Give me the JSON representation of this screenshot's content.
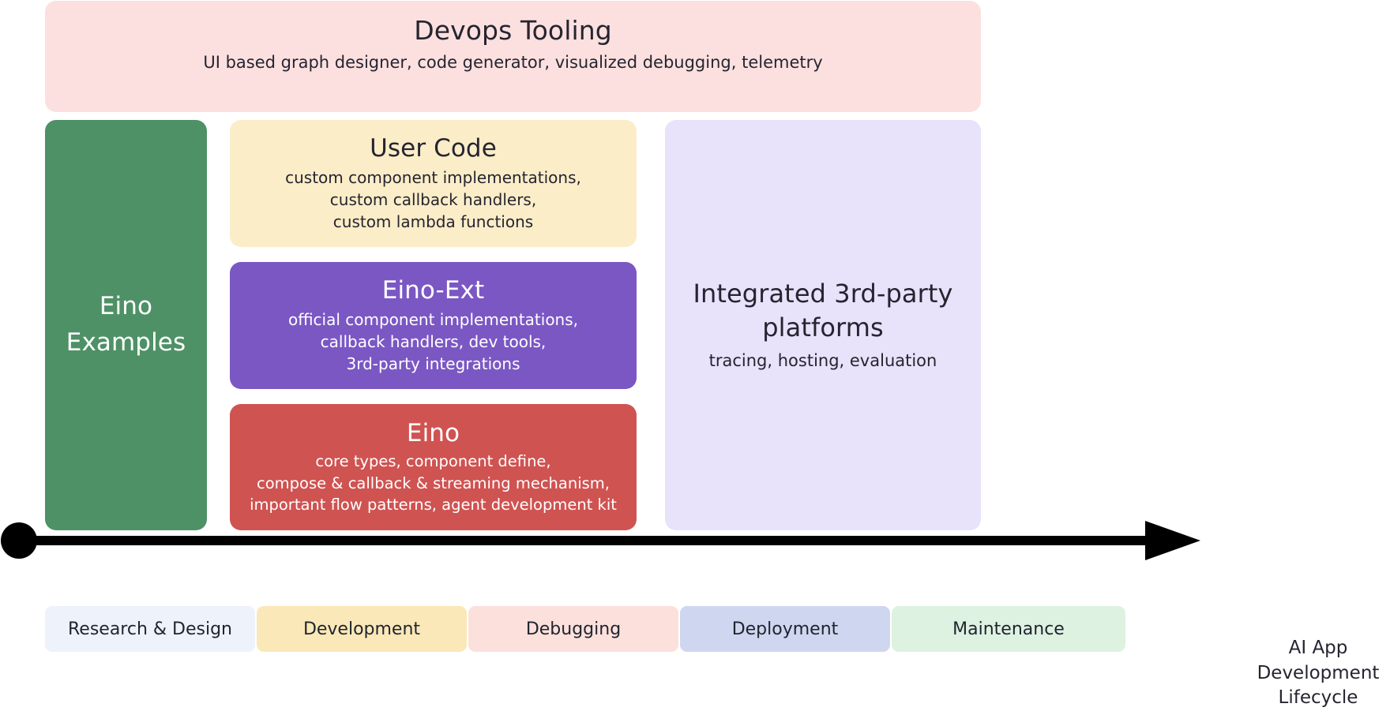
{
  "diagram": {
    "banner": {
      "title": "Devops Tooling",
      "subtitle": "UI based graph designer, code generator, visualized debugging, telemetry",
      "color": "#FBE0DF"
    },
    "left_column": {
      "title_line1": "Eino",
      "title_line2": "Examples",
      "color": "#4E9166"
    },
    "middle_column": [
      {
        "id": "user-code",
        "title": "User Code",
        "lines": [
          "custom component implementations,",
          "custom callback handlers,",
          "custom lambda functions"
        ],
        "color": "#FAEDC8"
      },
      {
        "id": "eino-ext",
        "title": "Eino-Ext",
        "lines": [
          "official component implementations,",
          "callback handlers, dev tools,",
          "3rd-party integrations"
        ],
        "color": "#7B57C4"
      },
      {
        "id": "eino",
        "title": "Eino",
        "lines": [
          "core types, component define,",
          "compose & callback & streaming mechanism,",
          "important flow patterns, agent development kit"
        ],
        "color": "#CF5351"
      }
    ],
    "right_column": {
      "title_line1": "Integrated 3rd-party",
      "title_line2": "platforms",
      "subtitle": "tracing, hosting, evaluation",
      "color": "#E8E2FA"
    },
    "timeline": {
      "arrow_color": "#000000",
      "stages": [
        {
          "label": "Research & Design",
          "color": "#EDF2FB"
        },
        {
          "label": "Development",
          "color": "#FBE8B8"
        },
        {
          "label": "Debugging",
          "color": "#FBE0DC"
        },
        {
          "label": "Deployment",
          "color": "#CFD6EF"
        },
        {
          "label": "Maintenance",
          "color": "#DDF2E0"
        }
      ],
      "end_label_line1": "AI App",
      "end_label_line2": "Development",
      "end_label_line3": "Lifecycle"
    }
  }
}
